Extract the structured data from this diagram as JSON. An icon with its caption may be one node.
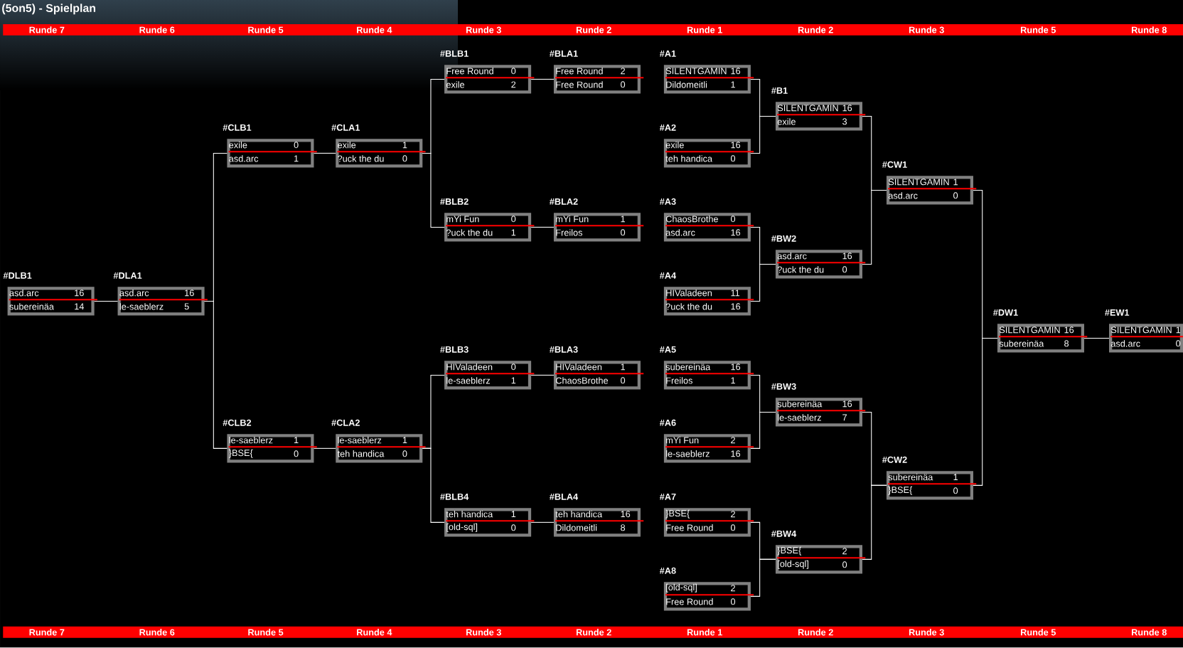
{
  "diagram": {
    "title": "(5on5) - Spielplan",
    "nodes": [
      {
        "text": [
          "#DLB1",
          "asd.arc",
          "16",
          "subereinäa",
          "14"
        ]
      },
      {
        "text": [
          "#DLA1",
          "asd.arc",
          "16",
          "le-saeblerz",
          "5"
        ]
      },
      {
        "text": [
          "#CLB1",
          "exile",
          "0",
          "asd.arc",
          "1"
        ]
      },
      {
        "text": [
          "#CLB2",
          "le-saeblerz",
          "1",
          "}BSE{",
          "0"
        ]
      },
      {
        "text": [
          "#CLA1",
          "exile",
          "1",
          "?uck the du",
          "0"
        ]
      },
      {
        "text": [
          "#CLA2",
          "le-saeblerz",
          "1",
          "teh handica",
          "0"
        ]
      },
      {
        "text": [
          "#BLB1",
          "Free Round",
          "0",
          "exile",
          "2"
        ]
      },
      {
        "text": [
          "#BLB2",
          "mYi Fun",
          "0",
          "?uck the du",
          "1"
        ]
      },
      {
        "text": [
          "#BLB3",
          "HIValadeen",
          "0",
          "le-saeblerz",
          "1"
        ]
      },
      {
        "text": [
          "#BLB4",
          "teh handica",
          "1",
          "[old-sql]",
          "0"
        ]
      },
      {
        "text": [
          "#BLA1",
          "Free Round",
          "2",
          "Free Round",
          "0"
        ]
      },
      {
        "text": [
          "#BLA2",
          "mYi Fun",
          "1",
          "Freilos",
          "0"
        ]
      },
      {
        "text": [
          "#BLA3",
          "HIValadeen",
          "1",
          "ChaosBrothe",
          "0"
        ]
      },
      {
        "text": [
          "#BLA4",
          "teh handica",
          "16",
          "Dildomeitli",
          "8"
        ]
      },
      {
        "text": [
          "#A1",
          "SILENTGAMIN",
          "16",
          "Dildomeitli",
          "1"
        ]
      },
      {
        "text": [
          "#A2",
          "exile",
          "16",
          "teh handica",
          "0"
        ]
      },
      {
        "text": [
          "#A3",
          "ChaosBrothe",
          "0",
          "asd.arc",
          "16"
        ]
      },
      {
        "text": [
          "#A4",
          "HIValadeen",
          "11",
          "?uck the du",
          "16"
        ]
      },
      {
        "text": [
          "#A5",
          "subereinäa",
          "16",
          "Freilos",
          "1"
        ]
      },
      {
        "text": [
          "#A6",
          "mYi Fun",
          "2",
          "le-saeblerz",
          "16"
        ]
      },
      {
        "text": [
          "#A7",
          "}BSE{",
          "2",
          "Free Round",
          "0"
        ]
      },
      {
        "text": [
          "#A8",
          "[old-sql]",
          "2",
          "Free Round",
          "0"
        ]
      },
      {
        "text": [
          "#B1",
          "SILENTGAMIN",
          "16",
          "exile",
          "3"
        ]
      },
      {
        "text": [
          "#BW2",
          "asd.arc",
          "16",
          "?uck the du",
          "0"
        ]
      },
      {
        "text": [
          "#BW3",
          "subereinäa",
          "16",
          "le-saeblerz",
          "7"
        ]
      },
      {
        "text": [
          "#BW4",
          "}BSE{",
          "2",
          "[old-sql]",
          "0"
        ]
      },
      {
        "text": [
          "#CW1",
          "SILENTGAMIN",
          "1",
          "asd.arc",
          "0"
        ]
      },
      {
        "text": [
          "#CW2",
          "subereinäa",
          "1",
          "}BSE{",
          "0"
        ]
      },
      {
        "text": [
          "#DW1",
          "SILENTGAMIN",
          "16",
          "subereinäa",
          "8"
        ]
      },
      {
        "text": [
          "#EW1",
          "SILENTGAMIN",
          "1",
          "asd.arc",
          "0"
        ]
      }
    ],
    "edges": [
      {
        "from": 14,
        "to": 22,
        "arrow": "none"
      },
      {
        "from": 15,
        "to": 22,
        "arrow": "none"
      },
      {
        "from": 16,
        "to": 23,
        "arrow": "none"
      },
      {
        "from": 17,
        "to": 23,
        "arrow": "none"
      },
      {
        "from": 18,
        "to": 24,
        "arrow": "none"
      },
      {
        "from": 19,
        "to": 24,
        "arrow": "none"
      },
      {
        "from": 20,
        "to": 25,
        "arrow": "none"
      },
      {
        "from": 21,
        "to": 25,
        "arrow": "none"
      },
      {
        "from": 22,
        "to": 26,
        "arrow": "none"
      },
      {
        "from": 23,
        "to": 26,
        "arrow": "none"
      },
      {
        "from": 24,
        "to": 27,
        "arrow": "none"
      },
      {
        "from": 25,
        "to": 27,
        "arrow": "none"
      },
      {
        "from": 26,
        "to": 28,
        "arrow": "none"
      },
      {
        "from": 27,
        "to": 28,
        "arrow": "none"
      },
      {
        "from": 28,
        "to": 29,
        "arrow": "none"
      },
      {
        "from": 10,
        "to": 6,
        "arrow": "none"
      },
      {
        "from": 11,
        "to": 7,
        "arrow": "none"
      },
      {
        "from": 12,
        "to": 8,
        "arrow": "none"
      },
      {
        "from": 13,
        "to": 9,
        "arrow": "none"
      },
      {
        "from": 6,
        "to": 4,
        "arrow": "none"
      },
      {
        "from": 7,
        "to": 4,
        "arrow": "none"
      },
      {
        "from": 8,
        "to": 5,
        "arrow": "none"
      },
      {
        "from": 9,
        "to": 5,
        "arrow": "none"
      },
      {
        "from": 4,
        "to": 2,
        "arrow": "none"
      },
      {
        "from": 5,
        "to": 3,
        "arrow": "none"
      },
      {
        "from": 2,
        "to": 1,
        "arrow": "none"
      },
      {
        "from": 3,
        "to": 1,
        "arrow": "none"
      },
      {
        "from": 1,
        "to": 0,
        "arrow": "none"
      }
    ],
    "labels": [
      "Runde 7",
      "Runde 6",
      "Runde 5",
      "Runde 4",
      "Runde 3",
      "Runde 2",
      "Runde 1",
      "Runde 2",
      "Runde 3",
      "Runde 5",
      "Runde 8",
      "Runde 7",
      "Runde 6",
      "Runde 5",
      "Runde 4",
      "Runde 3",
      "Runde 2",
      "Runde 1",
      "Runde 2",
      "Runde 3",
      "Runde 5",
      "Runde 8"
    ]
  }
}
